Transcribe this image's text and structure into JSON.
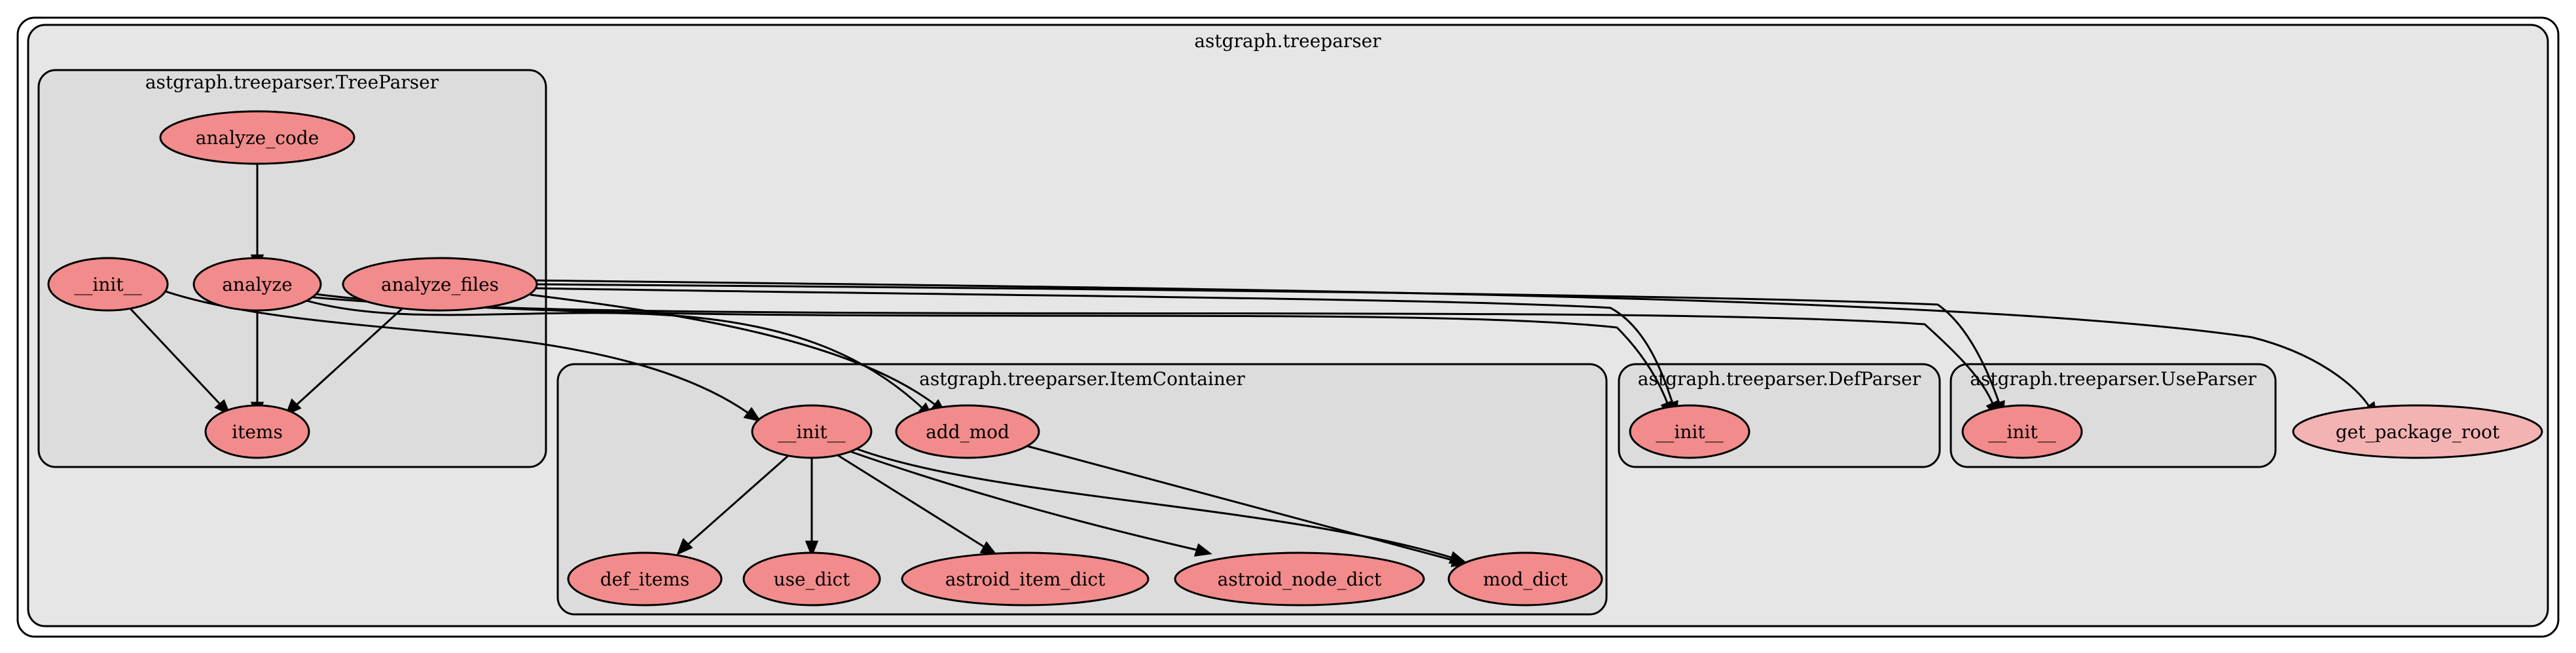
{
  "diagram": {
    "outer_cluster": {
      "label": "astgraph.treeparser"
    },
    "clusters": {
      "treeparser": {
        "label": "astgraph.treeparser.TreeParser"
      },
      "itemcontainer": {
        "label": "astgraph.treeparser.ItemContainer"
      },
      "defparser": {
        "label": "astgraph.treeparser.DefParser"
      },
      "useparser": {
        "label": "astgraph.treeparser.UseParser"
      }
    },
    "nodes": {
      "tp_analyze_code": "analyze_code",
      "tp_init": "__init__",
      "tp_analyze": "analyze",
      "tp_analyze_files": "analyze_files",
      "tp_items": "items",
      "ic_init": "__init__",
      "ic_add_mod": "add_mod",
      "ic_def_items": "def_items",
      "ic_use_dict": "use_dict",
      "ic_astroid_item_dict": "astroid_item_dict",
      "ic_astroid_node_dict": "astroid_node_dict",
      "ic_mod_dict": "mod_dict",
      "dp_init": "__init__",
      "up_init": "__init__",
      "get_package_root": "get_package_root"
    },
    "colors": {
      "page_bg": "#ffffff",
      "outer_fill": "#e6e6e6",
      "inner_fill": "#dcdcdc",
      "node_fill": "#f28b8b",
      "node_fill_light": "#f4b3b3",
      "stroke": "#000000"
    }
  }
}
